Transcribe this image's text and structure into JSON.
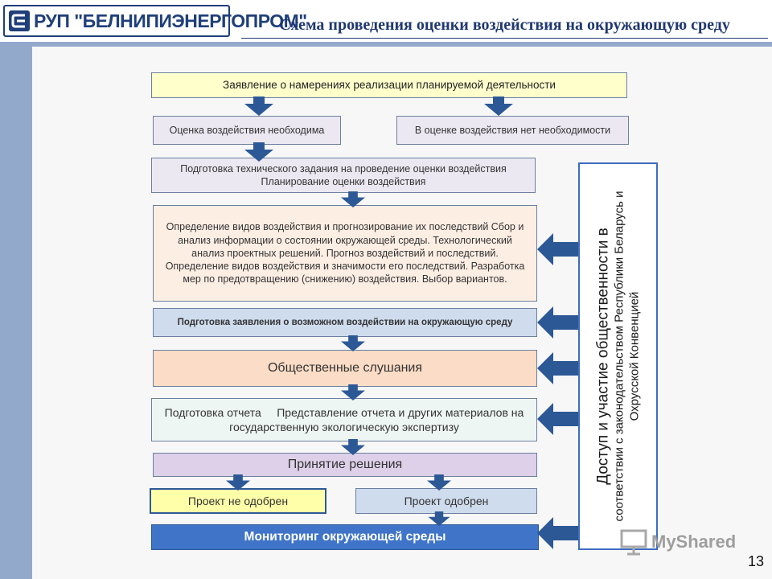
{
  "header": {
    "logo_text": "РУП \"БЕЛНИПИЭНЕРГОПРОМ\"",
    "title": "Схема проведения оценки воздействия на окружающую среду"
  },
  "flow": {
    "step1": "Заявление о намерениях реализации планируемой деятельности",
    "step2a": "Оценка воздействия необходима",
    "step2b": "В оценке воздействия нет необходимости",
    "step3": "Подготовка технического задания на проведение оценки воздействия Планирование оценки воздействия",
    "step4": "Определение видов воздействия и прогнозирование их последствий Сбор и анализ информации о состоянии окружающей среды. Технологический анализ проектных решений. Прогноз воздействий и последствий. Определение видов воздействия и значимости его последствий. Разработка мер по предотвращению (снижению) воздействия. Выбор вариантов.",
    "step5": "Подготовка заявления о возможном воздействии на окружающую среду",
    "step6": "Общественные слушания",
    "step7": "Подготовка отчета     Представление отчета и других материалов на государственную экологическую экспертизу",
    "step8": "Принятие решения",
    "step9a": "Проект не одобрен",
    "step9b": "Проект одобрен",
    "step10": "Мониторинг окружающей среды"
  },
  "side_panel": {
    "line1": "Доступ и участие общественности в",
    "line2": "соответствии с законодательством Республики Беларусь и Охрусской Конвенцией"
  },
  "watermark": {
    "text": "MyShared"
  },
  "page_number": "13",
  "colors": {
    "accent_blue": "#1f3872",
    "arrow_blue": "#2c5896",
    "sidebar": "#93a9cc",
    "box_yellow": "#ffffcc",
    "box_lavender": "#ece8f2",
    "box_peach": "#fdeee4",
    "box_lightblue": "#cfdcee",
    "box_orange": "#fbdcc6",
    "box_mint": "#eef6f4",
    "box_purple": "#ddd0e8",
    "box_monitor": "#3f74c8"
  }
}
